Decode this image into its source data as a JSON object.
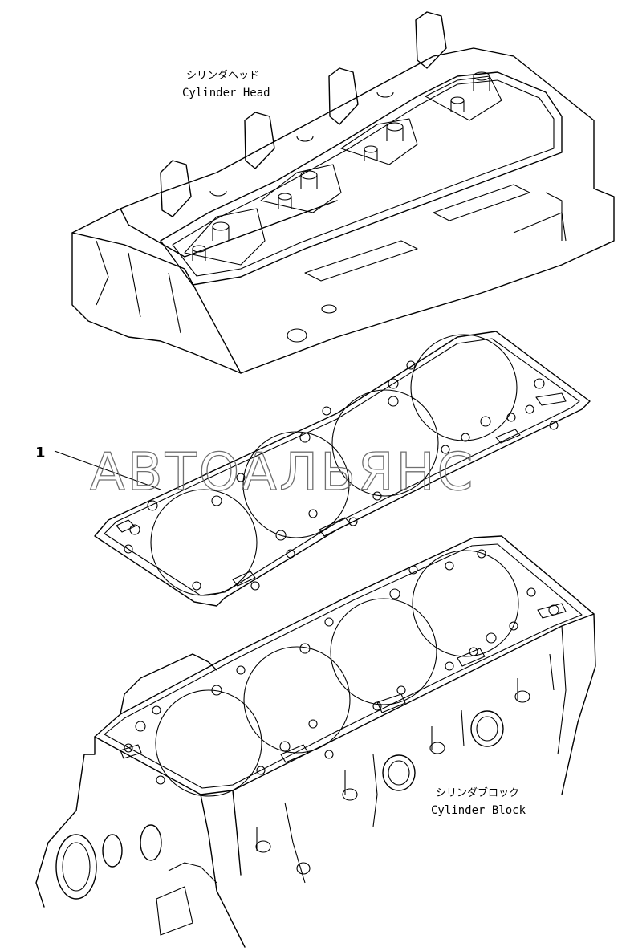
{
  "labels": {
    "cylinder_head_jp": "シリンダヘッド",
    "cylinder_head_en": "Cylinder Head",
    "cylinder_block_jp": "シリンダブロック",
    "cylinder_block_en": "Cylinder Block",
    "callout_1": "1"
  },
  "watermark": "АВТОАЛЬЯНС",
  "colors": {
    "line": "#000000",
    "watermark": "#6f6f6f",
    "background": "#ffffff"
  }
}
